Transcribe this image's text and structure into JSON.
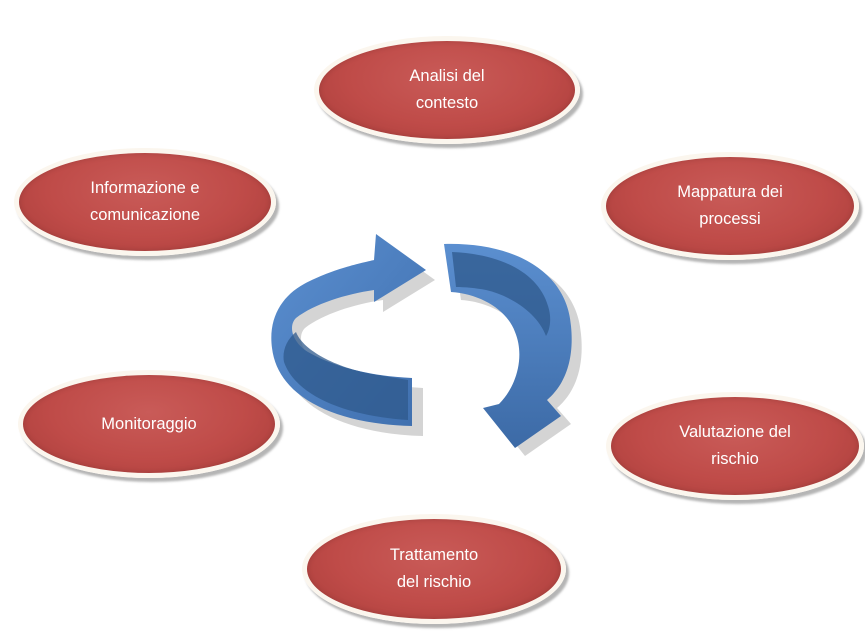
{
  "diagram": {
    "nodes": [
      {
        "id": "analisi",
        "label": "Analisi del\ncontesto"
      },
      {
        "id": "mappatura",
        "label": "Mappatura dei\nprocessi"
      },
      {
        "id": "valutazione",
        "label": "Valutazione del\nrischio"
      },
      {
        "id": "trattamento",
        "label": "Trattamento\ndel rischio"
      },
      {
        "id": "monitoraggio",
        "label": "Monitoraggio"
      },
      {
        "id": "informazione",
        "label": "Informazione e\ncomunicazione"
      }
    ],
    "colors": {
      "node_fill": "#bf4b48",
      "node_border": "#fbf6ee",
      "arrow_fill": "#4f81bd",
      "arrow_dark": "#2f5a8c"
    },
    "cycle_icon": "circular-arrows-icon"
  }
}
